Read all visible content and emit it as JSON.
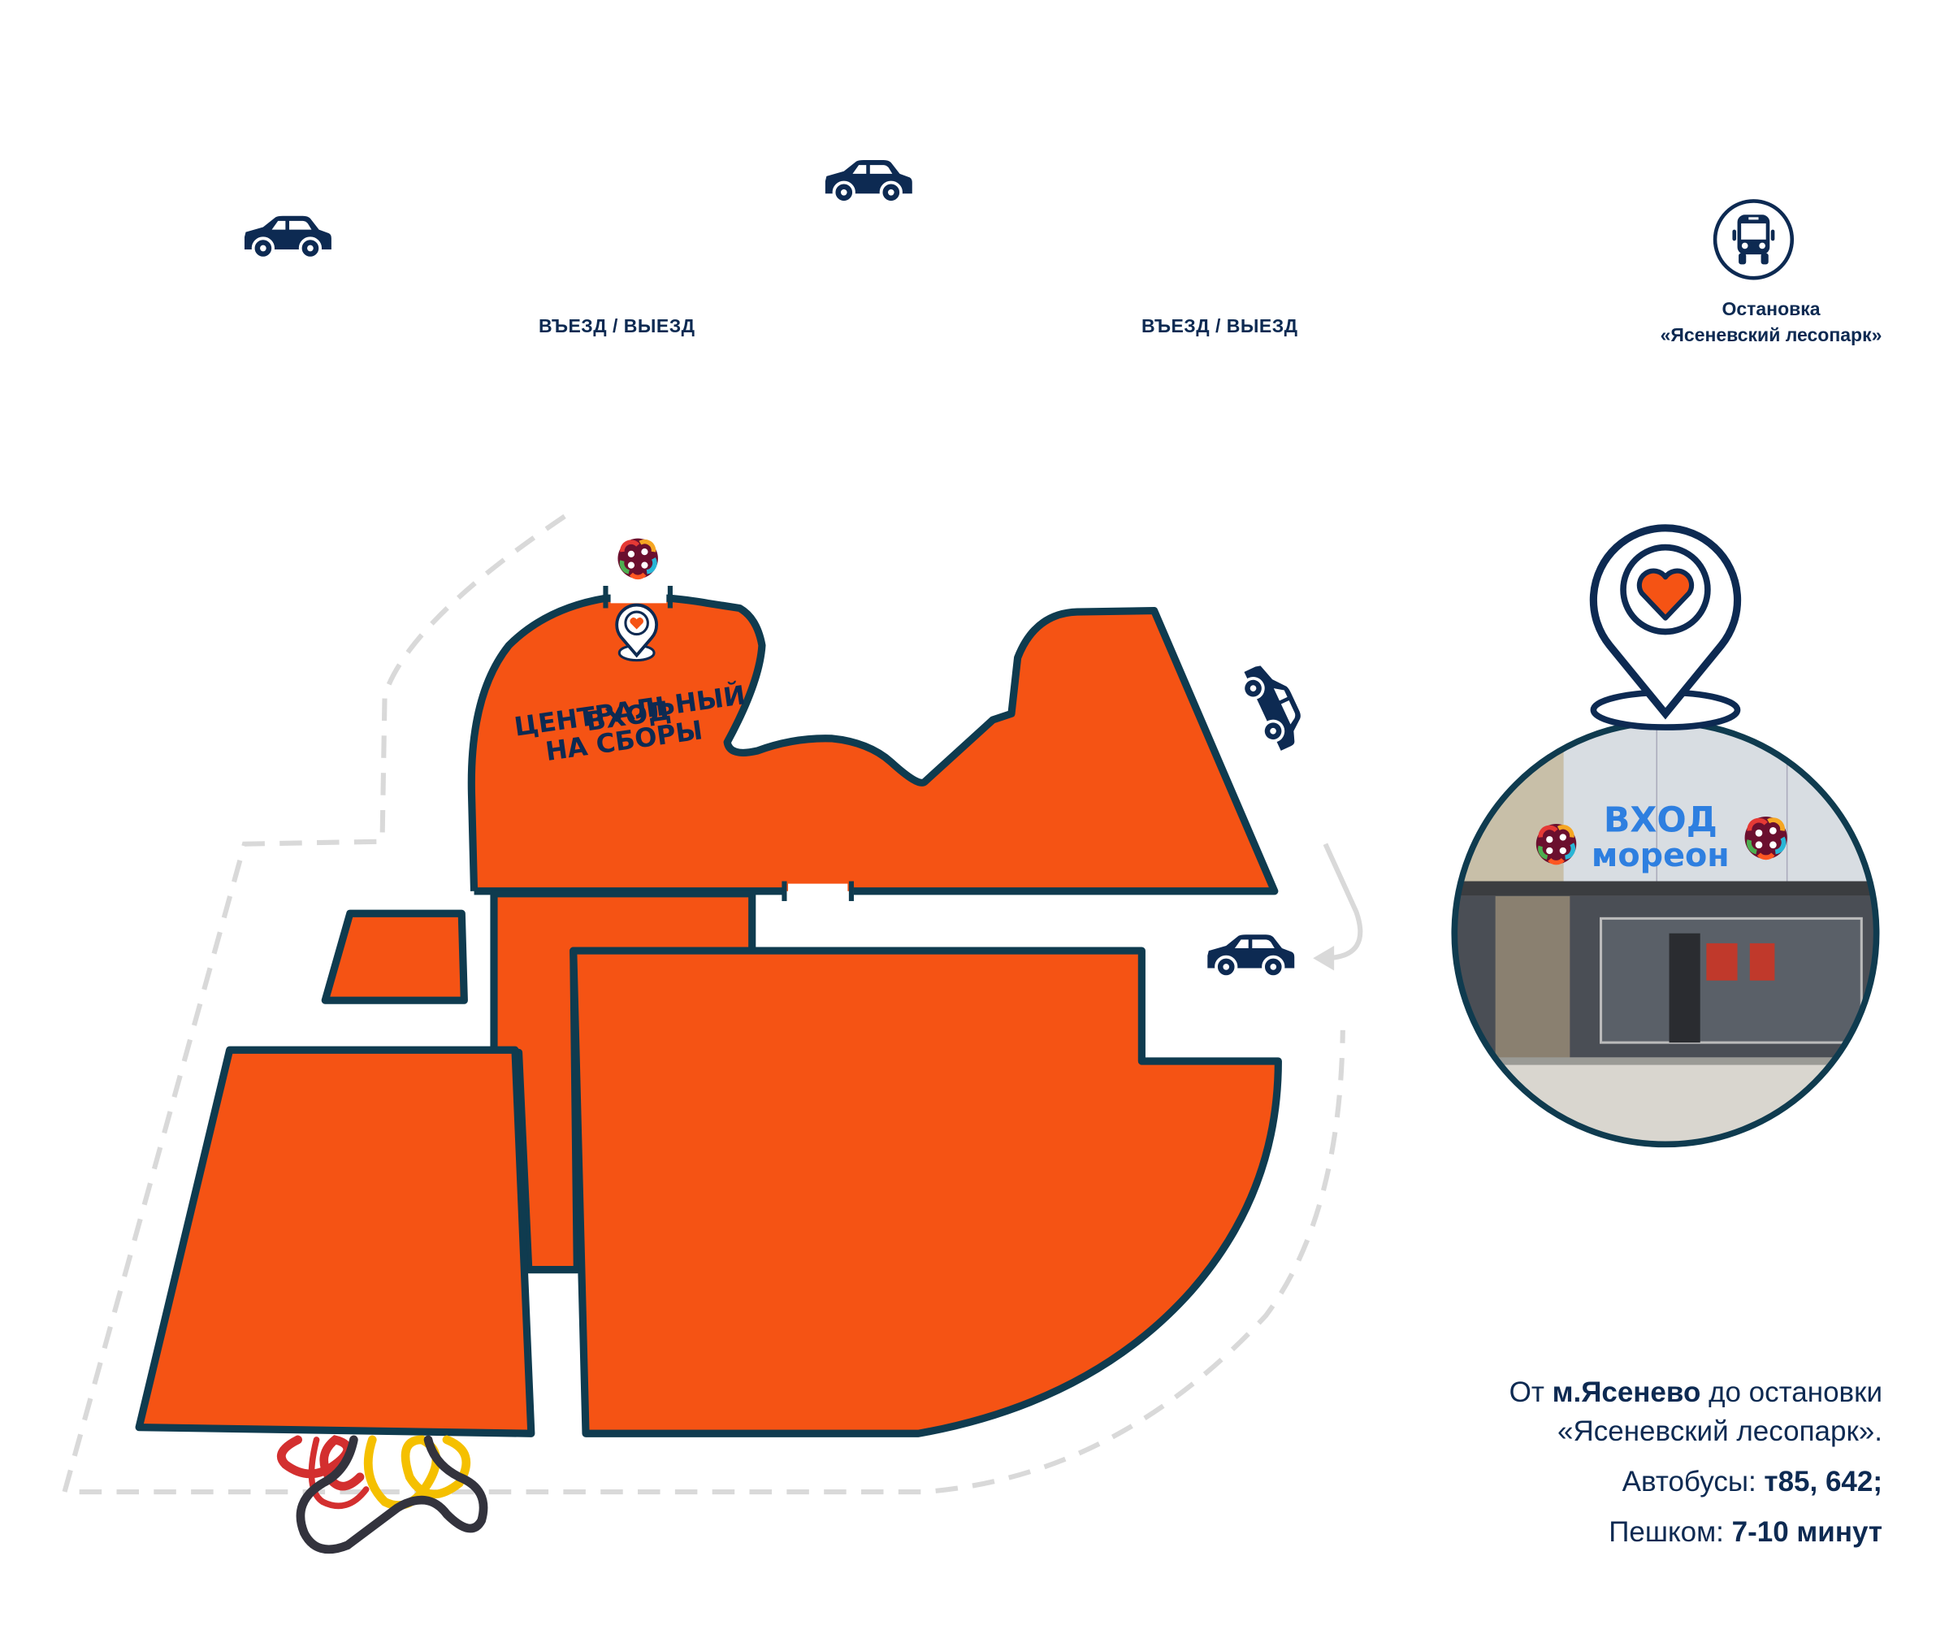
{
  "map": {
    "colors": {
      "building_fill": "#f55314",
      "building_stroke": "#0f3b4f",
      "navy": "#0d2a52",
      "dashed_path": "#d9d9d9",
      "heart": "#f55314"
    },
    "entry_labels": [
      "ВЪЕЗД / ВЫЕЗД",
      "ВЪЕЗД / ВЫЕЗД"
    ],
    "bus_stop": {
      "icon": "bus-icon",
      "line1": "Остановка",
      "line2": "«Ясеневский лесопарк»"
    },
    "central_entrance": {
      "icon": "location-pin-heart-icon",
      "line1": "ЦЕНТРАЛЬНЫЙ",
      "line2": "ВХОД",
      "line3": "НА СБОРЫ"
    },
    "photo_sign": {
      "line1": "ВХОД",
      "line2": "мореон"
    },
    "icons": [
      "car-icon",
      "car-icon",
      "car-icon",
      "car-icon",
      "bus-icon",
      "location-pin-heart-icon",
      "moreon-logo-icon",
      "water-slides-icon"
    ]
  },
  "info": {
    "line1_prefix": "От ",
    "line1_bold": "м.Ясенево",
    "line1_suffix": " до остановки",
    "line2": "«Ясеневский лесопарк».",
    "buses_label": "Автобусы: ",
    "buses_value": "т85, 642;",
    "walk_label": "Пешком: ",
    "walk_value": "7-10 минут"
  }
}
